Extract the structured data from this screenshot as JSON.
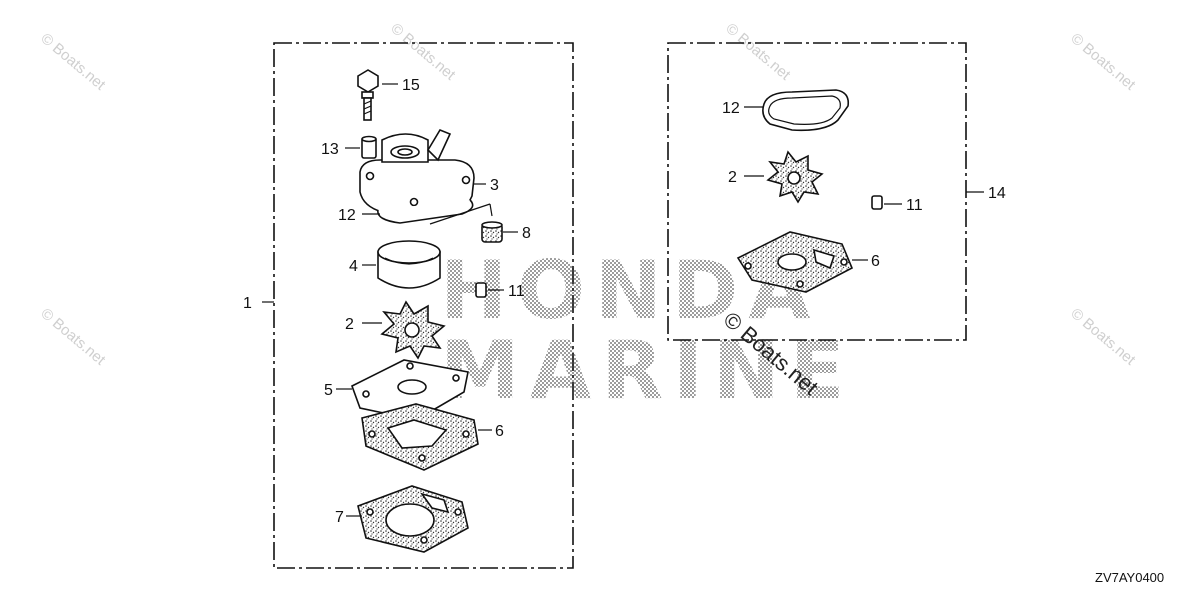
{
  "diagram_code": "ZV7AY0400",
  "watermark": {
    "copyright_text": "© Boats.net",
    "brand_line_1": "HONDA",
    "brand_line_2": "MARINE"
  },
  "left_group": {
    "kit_label": "1",
    "callouts": {
      "bolt": "15",
      "collar": "13",
      "pump_housing": "3",
      "gasket": "12",
      "liner": "8",
      "housing_liner": "4",
      "key": "11",
      "impeller": "2",
      "plate": "5",
      "plate_gasket": "6",
      "base_gasket": "7"
    }
  },
  "right_group": {
    "kit_label": "14",
    "callouts": {
      "gasket": "12",
      "impeller": "2",
      "key": "11",
      "plate_gasket": "6"
    }
  }
}
